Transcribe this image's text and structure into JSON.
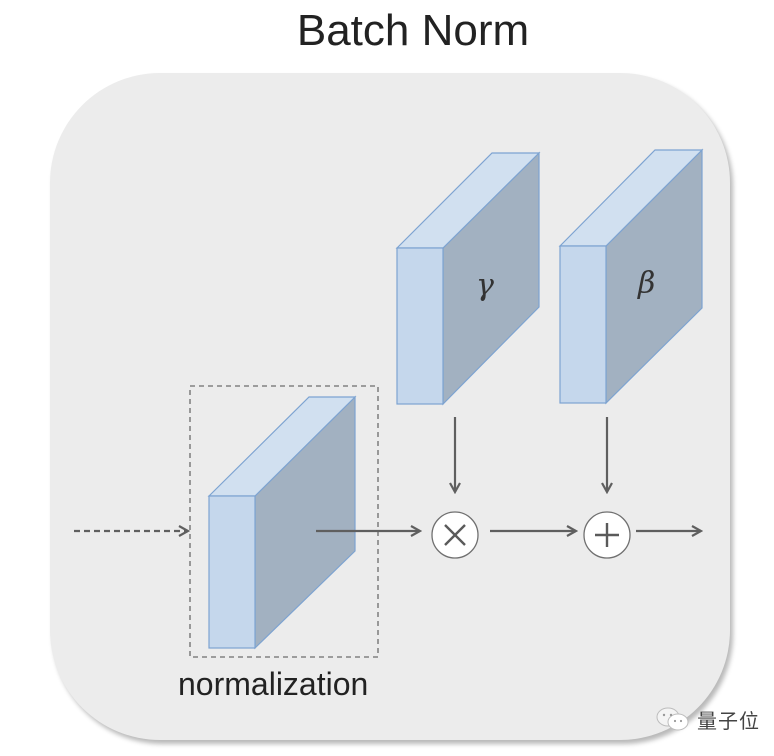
{
  "title": "Batch Norm",
  "colors": {
    "panel": "#ececec",
    "block_front": "#c5d7ec",
    "block_top": "#d1e0f0",
    "block_side": "#a2b1c1",
    "block_stroke": "#7da3d1",
    "arrow": "#5f5f5f",
    "dashed_box": "#6b6b6b",
    "operator_fill": "#ffffff",
    "operator_stroke": "#707070"
  },
  "blocks": [
    {
      "id": "normalized-input",
      "label": ""
    },
    {
      "id": "gamma",
      "label": "γ"
    },
    {
      "id": "beta",
      "label": "β"
    }
  ],
  "operators": [
    {
      "id": "multiply",
      "symbol": "×"
    },
    {
      "id": "add",
      "symbol": "+"
    }
  ],
  "labels": {
    "normalization": "normalization"
  },
  "watermark": {
    "icon": "wechat-icon",
    "text": "量子位"
  }
}
